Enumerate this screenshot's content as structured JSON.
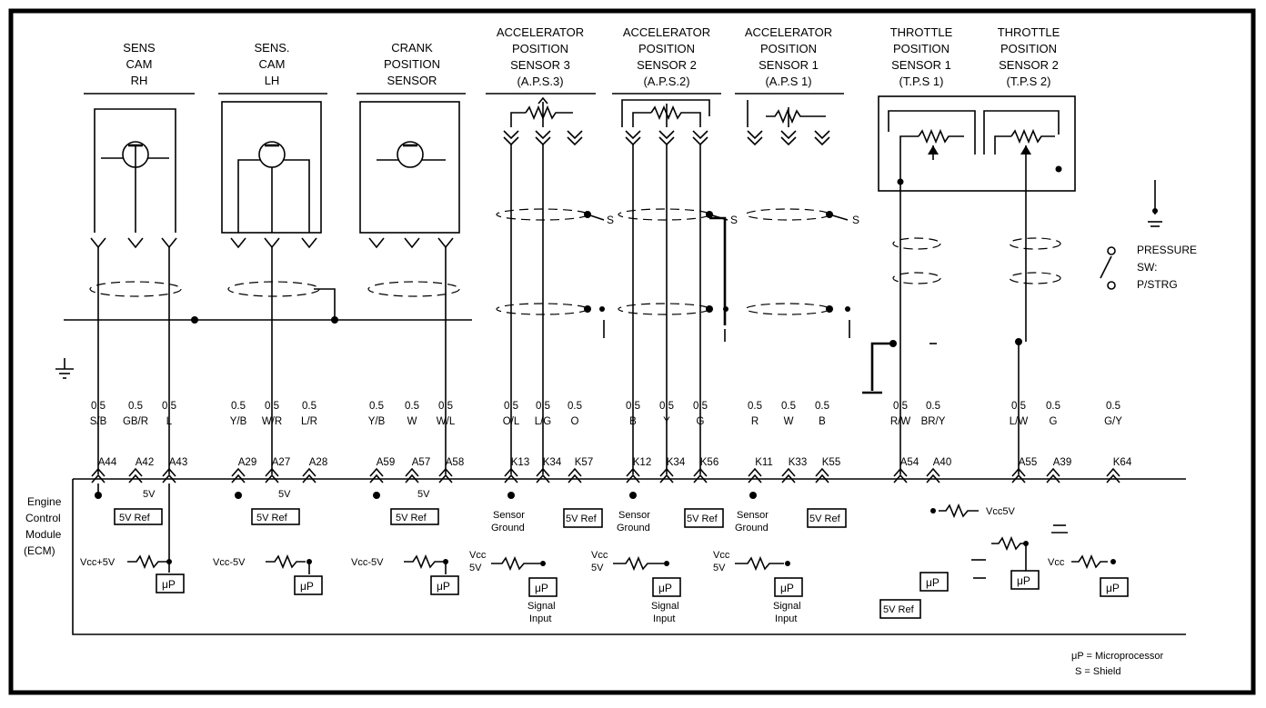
{
  "frame": {
    "border_color": "#000000",
    "background": "#ffffff"
  },
  "components": {
    "cam_rh": [
      "SENS",
      "CAM",
      "RH"
    ],
    "cam_lh": [
      "SENS.",
      "CAM",
      "LH"
    ],
    "crank": [
      "CRANK",
      "POSITION",
      "SENSOR"
    ],
    "aps3": [
      "ACCELERATOR",
      "POSITION",
      "SENSOR 3",
      "(A.P.S.3)"
    ],
    "aps2": [
      "ACCELERATOR",
      "POSITION",
      "SENSOR 2",
      "(A.P.S.2)"
    ],
    "aps1": [
      "ACCELERATOR",
      "POSITION",
      "SENSOR 1",
      "(A.P.S 1)"
    ],
    "tps1": [
      "THROTTLE",
      "POSITION",
      "SENSOR 1",
      "(T.P.S 1)"
    ],
    "tps2": [
      "THROTTLE",
      "POSITION",
      "SENSOR 2",
      "(T.P.S 2)"
    ],
    "pressure_sw": [
      "PRESSURE",
      "SW:",
      "P/STRG"
    ]
  },
  "shield_label": "S",
  "wires": [
    {
      "size": "0.5",
      "color": "S/B",
      "pin": "A44"
    },
    {
      "size": "0.5",
      "color": "GB/R",
      "pin": "A42"
    },
    {
      "size": "0.5",
      "color": "L",
      "pin": "A43"
    },
    {
      "size": "0.5",
      "color": "Y/B",
      "pin": "A29"
    },
    {
      "size": "0.5",
      "color": "W/R",
      "pin": "A27"
    },
    {
      "size": "0.5",
      "color": "L/R",
      "pin": "A28"
    },
    {
      "size": "0.5",
      "color": "Y/B",
      "pin": "A59"
    },
    {
      "size": "0.5",
      "color": "W",
      "pin": "A57"
    },
    {
      "size": "0.5",
      "color": "W/L",
      "pin": "A58"
    },
    {
      "size": "0.5",
      "color": "O/L",
      "pin": "K13"
    },
    {
      "size": "0.5",
      "color": "L/G",
      "pin": "K34"
    },
    {
      "size": "0.5",
      "color": "O",
      "pin": "K57"
    },
    {
      "size": "0.5",
      "color": "B",
      "pin": "K12"
    },
    {
      "size": "0.5",
      "color": "Y",
      "pin": "K34"
    },
    {
      "size": "0.5",
      "color": "G",
      "pin": "K56"
    },
    {
      "size": "0.5",
      "color": "R",
      "pin": "K11"
    },
    {
      "size": "0.5",
      "color": "W",
      "pin": "K33"
    },
    {
      "size": "0.5",
      "color": "B",
      "pin": "K55"
    },
    {
      "size": "0.5",
      "color": "R/W",
      "pin": "A54"
    },
    {
      "size": "0.5",
      "color": "BR/Y",
      "pin": "A40"
    },
    {
      "size": "0.5",
      "color": "L/W",
      "pin": "A55"
    },
    {
      "size": "0.5",
      "color": "G",
      "pin": "A39"
    },
    {
      "size": "0.5",
      "color": "G/Y",
      "pin": "K64"
    }
  ],
  "ecm": {
    "label": [
      "Engine",
      "Control",
      "Module",
      "(ECM)"
    ],
    "five_v": "5V",
    "ref": "5V Ref",
    "micro": "μP",
    "vcc_5v": "Vcc+5V",
    "vcc_5v_b": "Vcc-5V",
    "vcc_5v_c": "Vcc-5V",
    "vcc": "Vcc",
    "five_v_lower": "5V",
    "vcc5v": "Vcc5V",
    "sensor_ground": [
      "Sensor",
      "Ground"
    ],
    "signal_input": [
      "Signal",
      "Input"
    ]
  },
  "legend": {
    "micro": "μP = Microprocessor",
    "shield": "S = Shield"
  }
}
